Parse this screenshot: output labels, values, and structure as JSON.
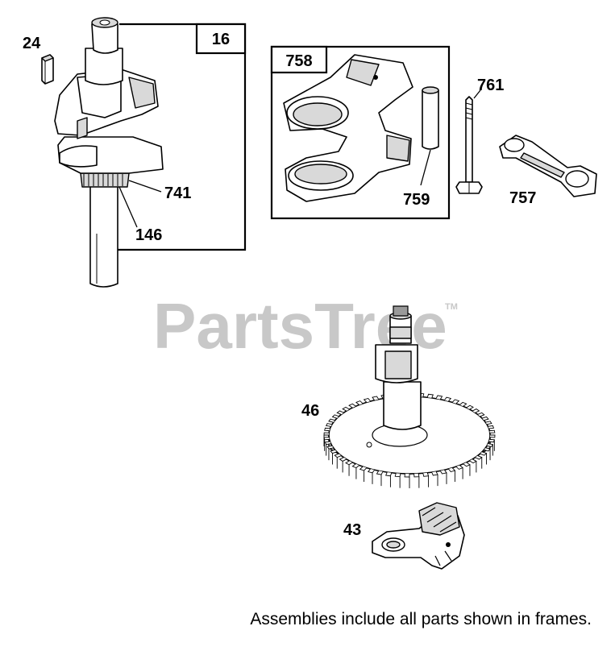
{
  "watermark": {
    "text": "PartsTree",
    "tm": "TM",
    "color": "#c8c8c8"
  },
  "frames": {
    "crankshaft_assembly": "16",
    "rod_assembly": "758"
  },
  "callouts": {
    "key": "24",
    "gear_741": "741",
    "gear_146": "146",
    "rod_759": "759",
    "bolt": "761",
    "connecting_rod": "757",
    "camshaft": "46",
    "governor": "43"
  },
  "footnote": "Assemblies include all parts shown in frames."
}
